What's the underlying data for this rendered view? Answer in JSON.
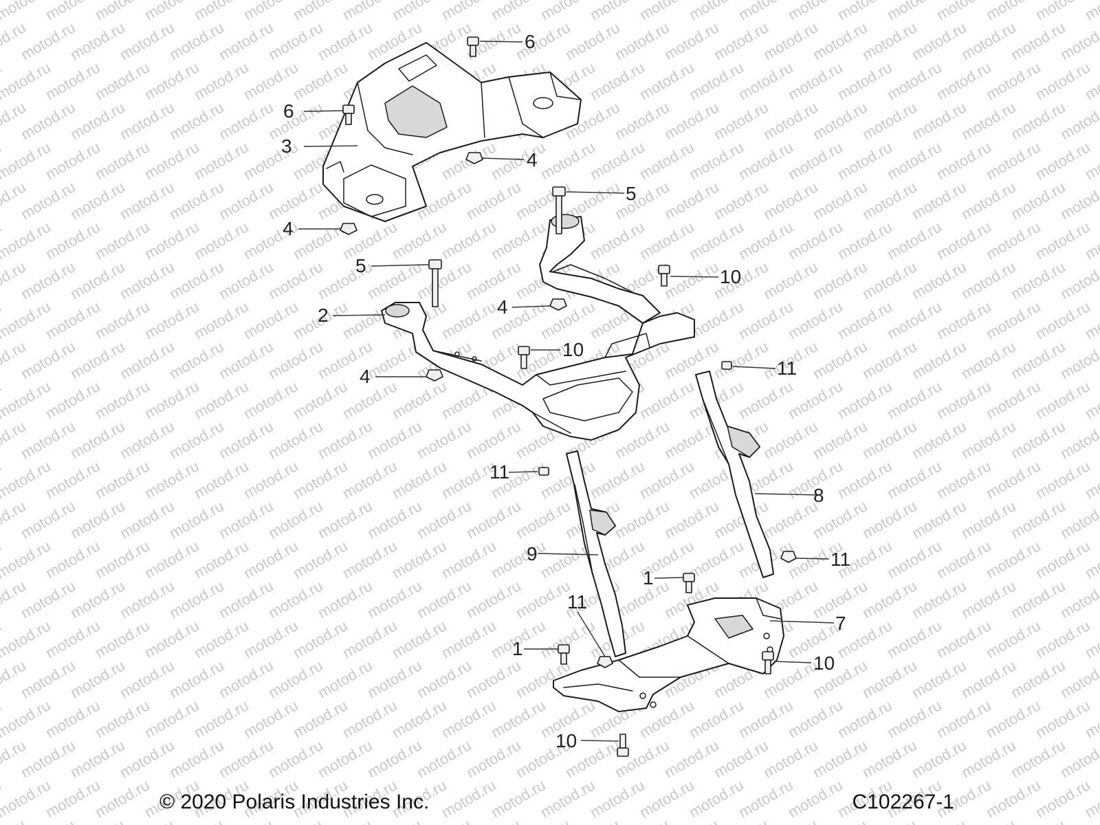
{
  "watermark": "motod.ru",
  "footer": {
    "copyright": "© 2020 Polaris Industries Inc.",
    "diagram_code": "C102267-1"
  },
  "callouts": {
    "c6a": "6",
    "c6b": "6",
    "c3": "3",
    "c4a": "4",
    "c4b": "4",
    "c5a": "5",
    "c5b": "5",
    "c10a": "10",
    "c2": "2",
    "c4c": "4",
    "c10b": "10",
    "c4d": "4",
    "c11a": "11",
    "c11b": "11",
    "c8": "8",
    "c9": "9",
    "c11c": "11",
    "c1a": "1",
    "c11d": "11",
    "c7": "7",
    "c1b": "1",
    "c10c": "10",
    "c10d": "10"
  }
}
